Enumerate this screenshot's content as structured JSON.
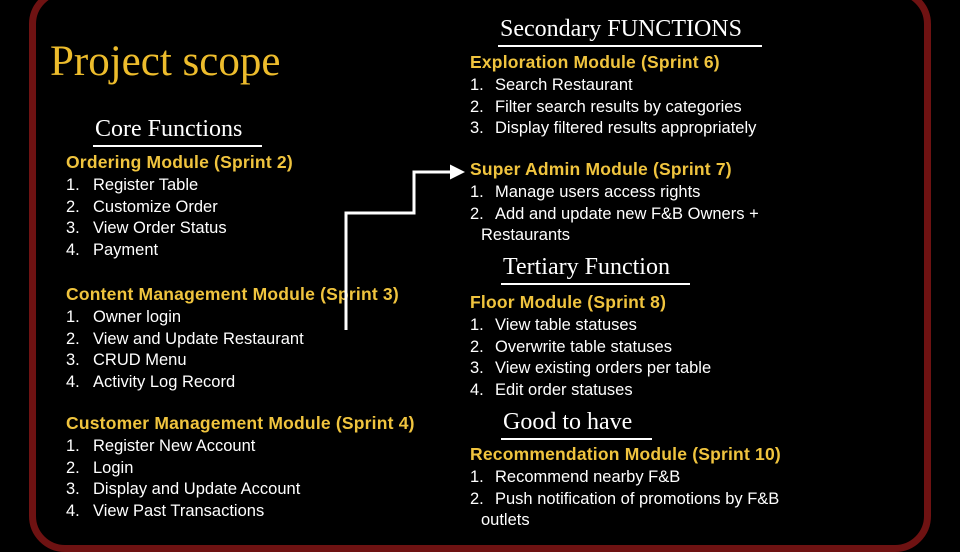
{
  "title": "Project scope",
  "colors": {
    "background": "#000000",
    "title_gold": "#edbc2c",
    "heading_gold": "#f0c43e",
    "text_white": "#ffffff",
    "frame_red": "#6e1212",
    "connector_white": "#ffffff"
  },
  "list_numbers": [
    "1.",
    "2.",
    "3.",
    "4."
  ],
  "sections": [
    {
      "heading": "Core Functions",
      "modules": [
        {
          "name": "Ordering Module (Sprint 2)",
          "items": [
            "Register Table",
            "Customize Order",
            "View Order Status",
            "Payment"
          ]
        },
        {
          "name": "Content Management Module (Sprint 3)",
          "items": [
            "Owner login",
            "View and Update Restaurant",
            "CRUD Menu",
            "Activity Log Record"
          ]
        },
        {
          "name": "Customer Management Module (Sprint 4)",
          "items": [
            "Register New Account",
            "Login",
            "Display and Update Account",
            "View Past Transactions"
          ]
        }
      ]
    },
    {
      "heading": "Secondary FUNCTIONS",
      "modules": [
        {
          "name": "Exploration Module (Sprint 6)",
          "items": [
            "Search Restaurant",
            "Filter search results by categories",
            "Display filtered results appropriately"
          ]
        },
        {
          "name": "Super Admin Module (Sprint 7)",
          "items": [
            "Manage users access rights",
            "Add and update new F&B Owners + Restaurants"
          ]
        }
      ]
    },
    {
      "heading": "Tertiary Function",
      "modules": [
        {
          "name": "Floor Module (Sprint 8)",
          "items": [
            "View table statuses",
            "Overwrite table statuses",
            "View existing orders per table",
            "Edit order statuses"
          ]
        }
      ]
    },
    {
      "heading": "Good to have",
      "modules": [
        {
          "name": "Recommendation Module (Sprint 10)",
          "items": [
            "Recommend nearby F&B",
            "Push notification of promotions by F&B outlets"
          ]
        }
      ]
    }
  ]
}
